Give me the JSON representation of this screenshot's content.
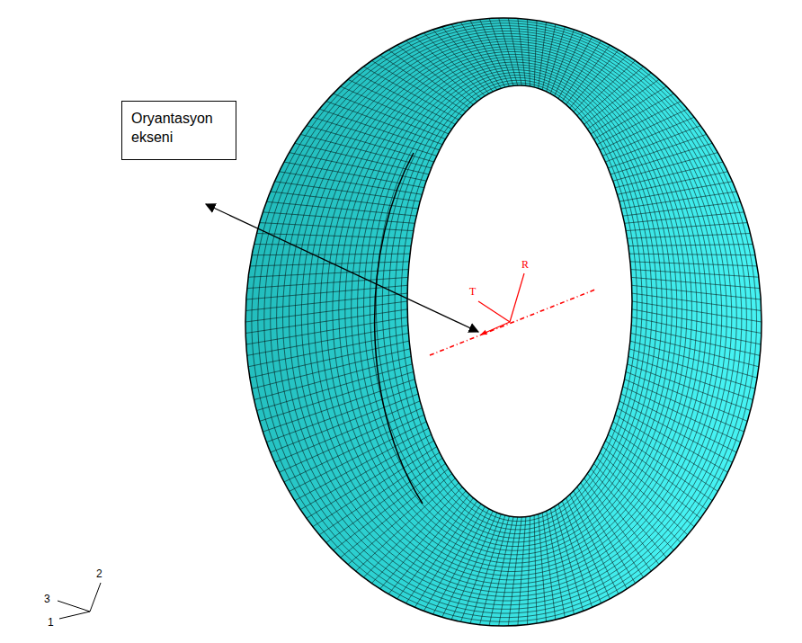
{
  "diagram": {
    "nodes": [
      {
        "text": [
          "Oryantasyon ekseni"
        ]
      }
    ],
    "labels": [
      "T",
      "R",
      "3",
      "2",
      "1"
    ]
  }
}
